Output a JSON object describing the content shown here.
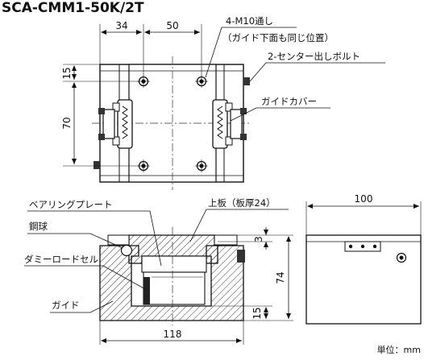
{
  "title": "SCA-CMM1-50K/2T",
  "unit_label": "単位：mm",
  "top_view": {
    "dims": {
      "left_width": "34",
      "hole_pitch_x": "50",
      "hole_offset_y": "15",
      "hole_pitch_y": "70"
    },
    "callouts": {
      "tapped_holes": "4-M10通し",
      "tapped_holes_note": "（ガイド下面も同じ位置）",
      "center_bolt": "2-センター出しボルト",
      "guide_cover": "ガイドカバー"
    }
  },
  "section_view": {
    "dims": {
      "width": "118",
      "height": "74",
      "top_plate_step": "3",
      "bottom_offset": "15"
    },
    "callouts": {
      "bearing_plate": "ベアリングプレート",
      "steel_ball": "鋼球",
      "dummy_load_cell": "ダミーロードセル",
      "guide": "ガイド",
      "top_plate": "上板（板厚24）"
    }
  },
  "side_view": {
    "dims": {
      "depth": "100"
    }
  }
}
